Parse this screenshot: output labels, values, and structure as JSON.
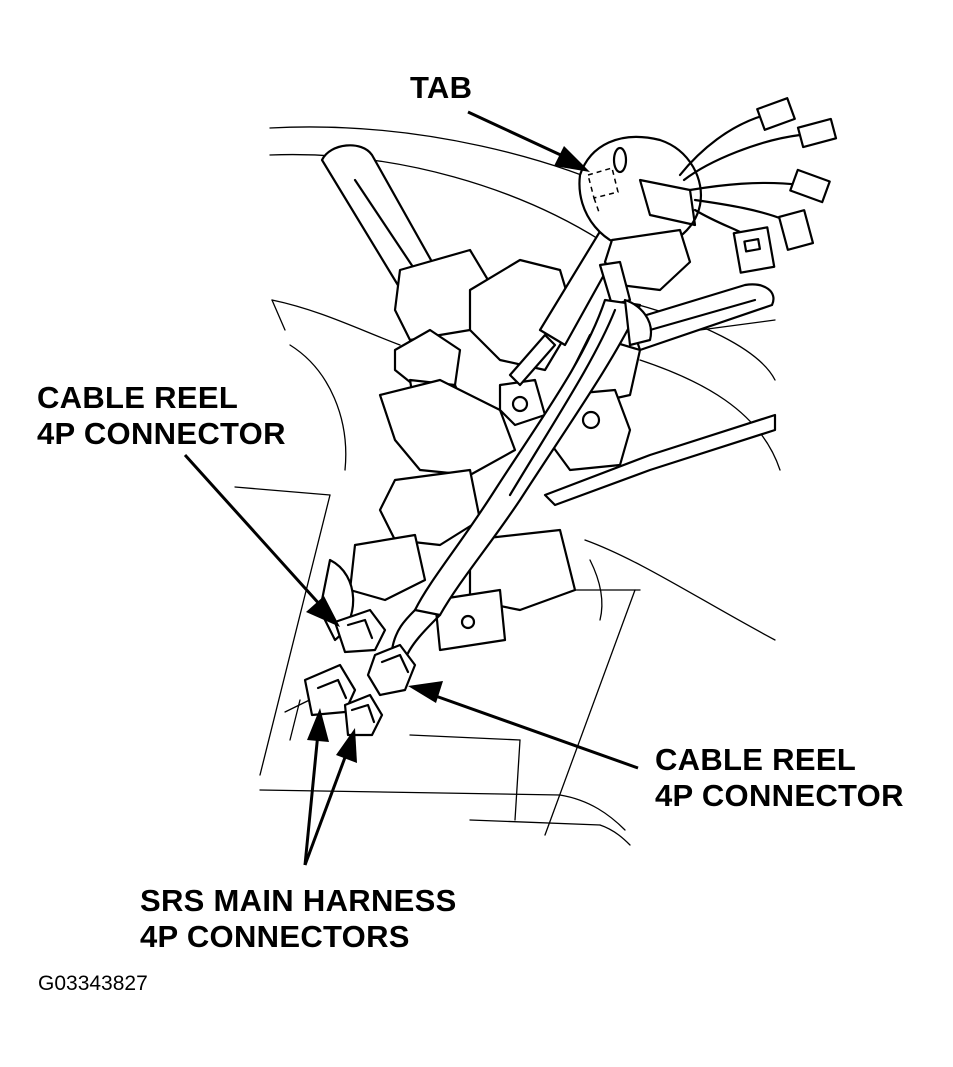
{
  "labels": {
    "tab": "TAB",
    "cable_reel_left_line1": "CABLE REEL",
    "cable_reel_left_line2": "4P CONNECTOR",
    "cable_reel_right_line1": "CABLE REEL",
    "cable_reel_right_line2": "4P CONNECTOR",
    "srs_line1": "SRS MAIN HARNESS",
    "srs_line2": "4P CONNECTORS"
  },
  "figure_id": "G03343827",
  "colors": {
    "ink": "#000000",
    "paper": "#ffffff"
  }
}
